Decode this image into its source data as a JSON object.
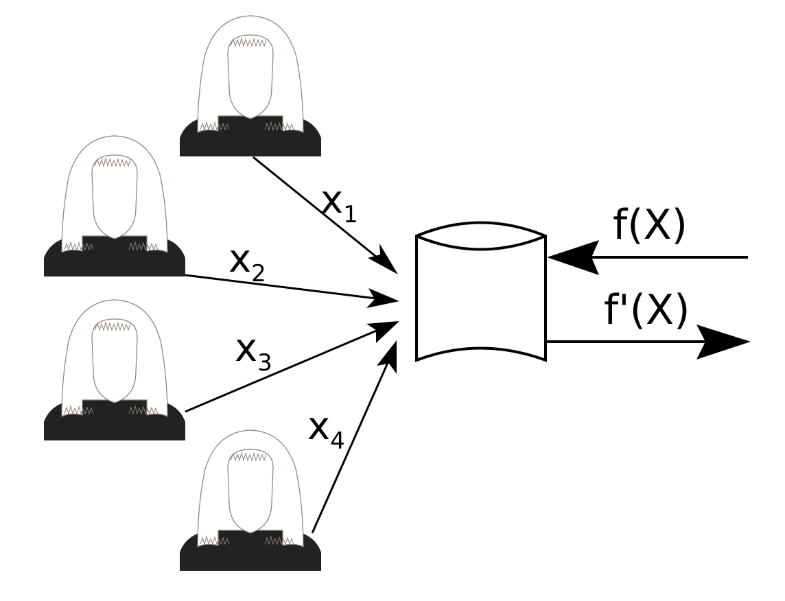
{
  "users": [
    {
      "var": "x",
      "sub": "1"
    },
    {
      "var": "x",
      "sub": "2"
    },
    {
      "var": "x",
      "sub": "3"
    },
    {
      "var": "x",
      "sub": "4"
    }
  ],
  "query": {
    "label": "f(X)"
  },
  "answer": {
    "label": "f'(X)"
  },
  "colors": {
    "ink": "#000000",
    "shirt": "#222222",
    "hair": "#ffffff",
    "outline": "#8a7f75"
  }
}
